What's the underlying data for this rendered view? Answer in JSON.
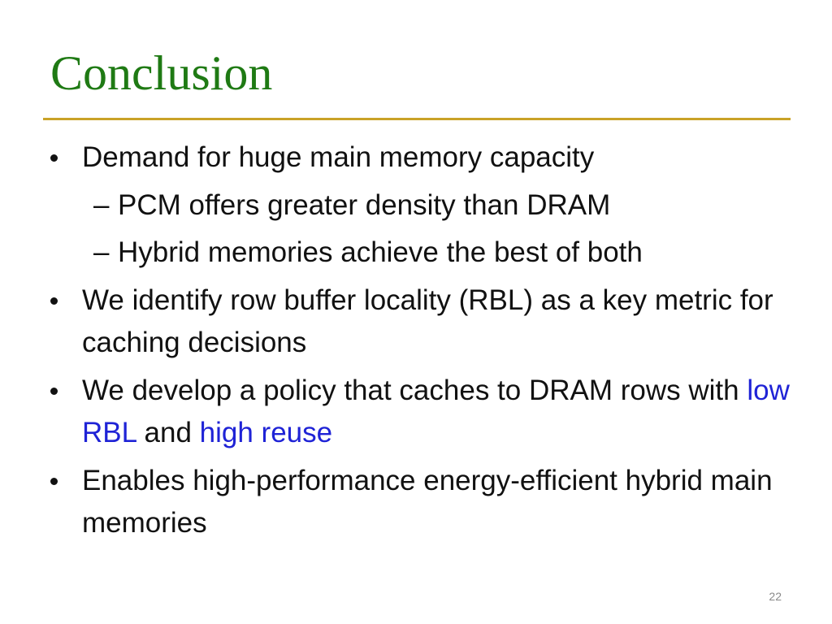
{
  "slide": {
    "title": "Conclusion",
    "bullets": [
      {
        "text": "Demand for huge main memory capacity",
        "sub": [
          {
            "text": "PCM offers greater density than DRAM"
          },
          {
            "text": "Hybrid memories achieve the best of both"
          }
        ]
      },
      {
        "text": "We identify row buffer locality (RBL) as a key metric for caching decisions"
      },
      {
        "parts": [
          {
            "text": "We develop a policy that caches to DRAM rows with "
          },
          {
            "text": "low RBL",
            "highlight": true
          },
          {
            "text": " and "
          },
          {
            "text": "high reuse",
            "highlight": true
          }
        ]
      },
      {
        "text": "Enables high-performance energy-efficient hybrid main memories"
      }
    ],
    "dash_glyph": "–",
    "slide_number": "22"
  },
  "colors": {
    "title": "#1f7a14",
    "rule": "#c9a227",
    "highlight": "#1f23d6"
  }
}
